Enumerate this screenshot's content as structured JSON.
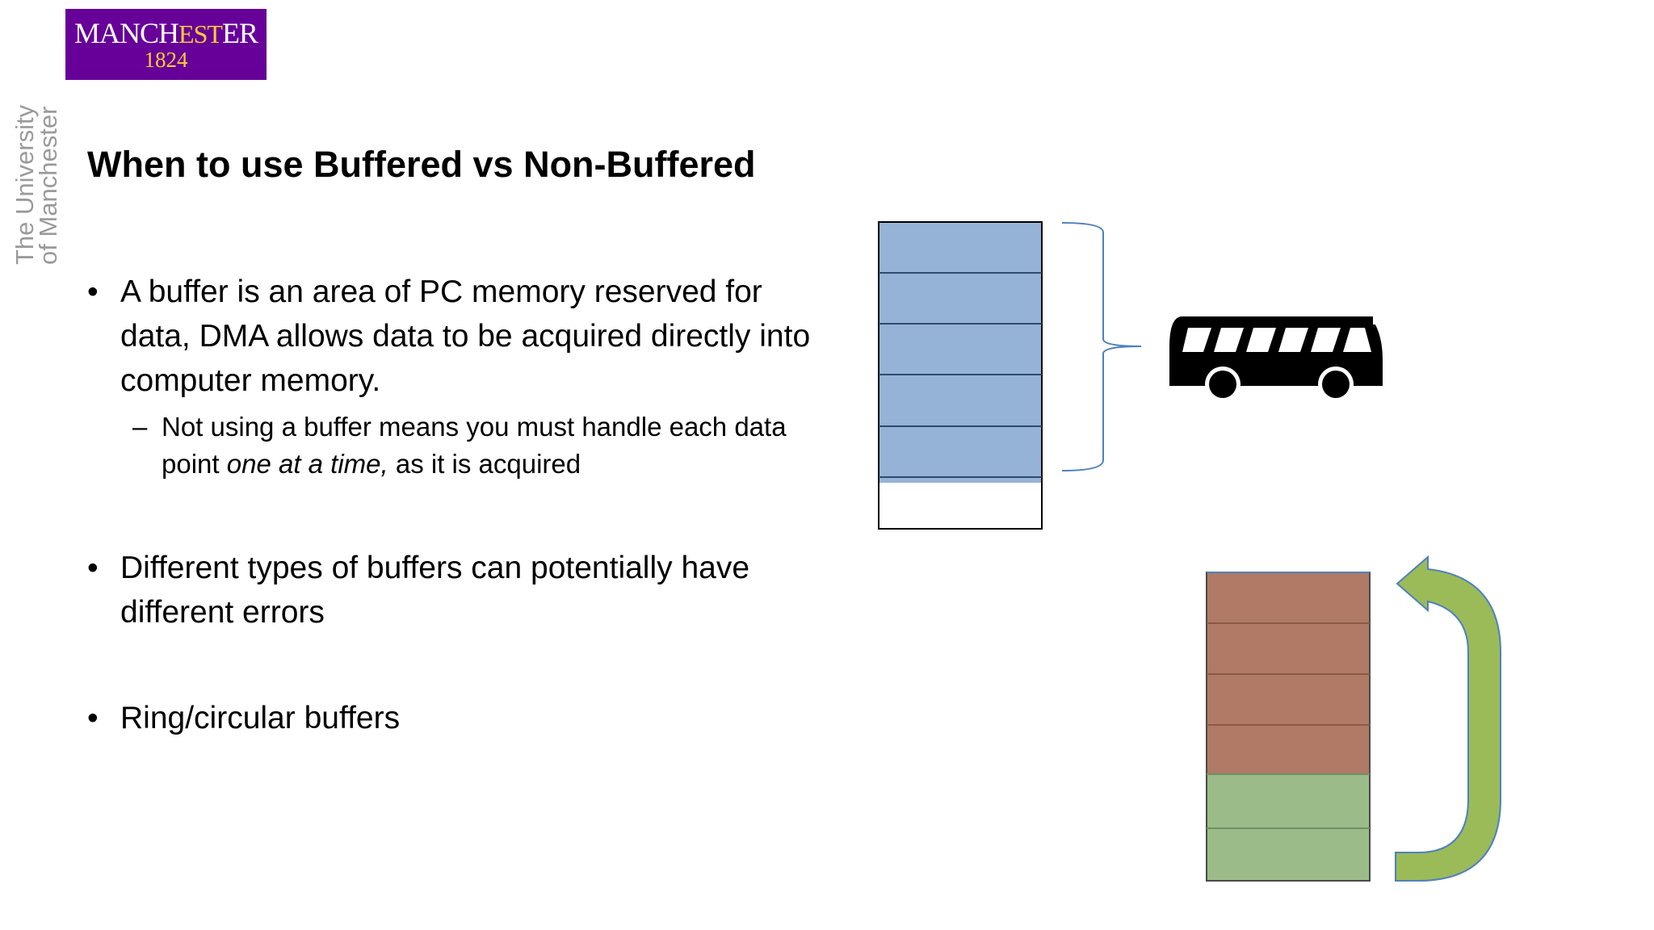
{
  "logo": {
    "name_part1": "MANCH",
    "name_part2": "ESTER",
    "name_accent": "EST",
    "year": "1824"
  },
  "side_text": {
    "line1": "The University",
    "line2": "of Manchester"
  },
  "title": "When to use Buffered vs Non-Buffered",
  "bullets": [
    {
      "text": "A buffer is an area of PC memory reserved for data, DMA allows data to be acquired directly into computer memory."
    },
    {
      "text": "Different types of buffers can potentially have different errors"
    },
    {
      "text": "Ring/circular buffers"
    }
  ],
  "sub_bullet": {
    "text_before": "Not using a buffer means you must handle each data point ",
    "text_italic": "one at a time,",
    "text_after": " as it is acquired"
  },
  "glyphs": {
    "bullet": "•",
    "dash": "–"
  },
  "colors": {
    "logo_bg": "#660099",
    "logo_gold": "#ffcc33",
    "buffer_fill": "#95b3d7",
    "ring_filled": "#b07a66",
    "ring_empty": "#9bbb88",
    "arrow": "#9bbb59"
  },
  "icons": [
    "bus-icon",
    "curved-arrow-icon",
    "brace-icon"
  ]
}
